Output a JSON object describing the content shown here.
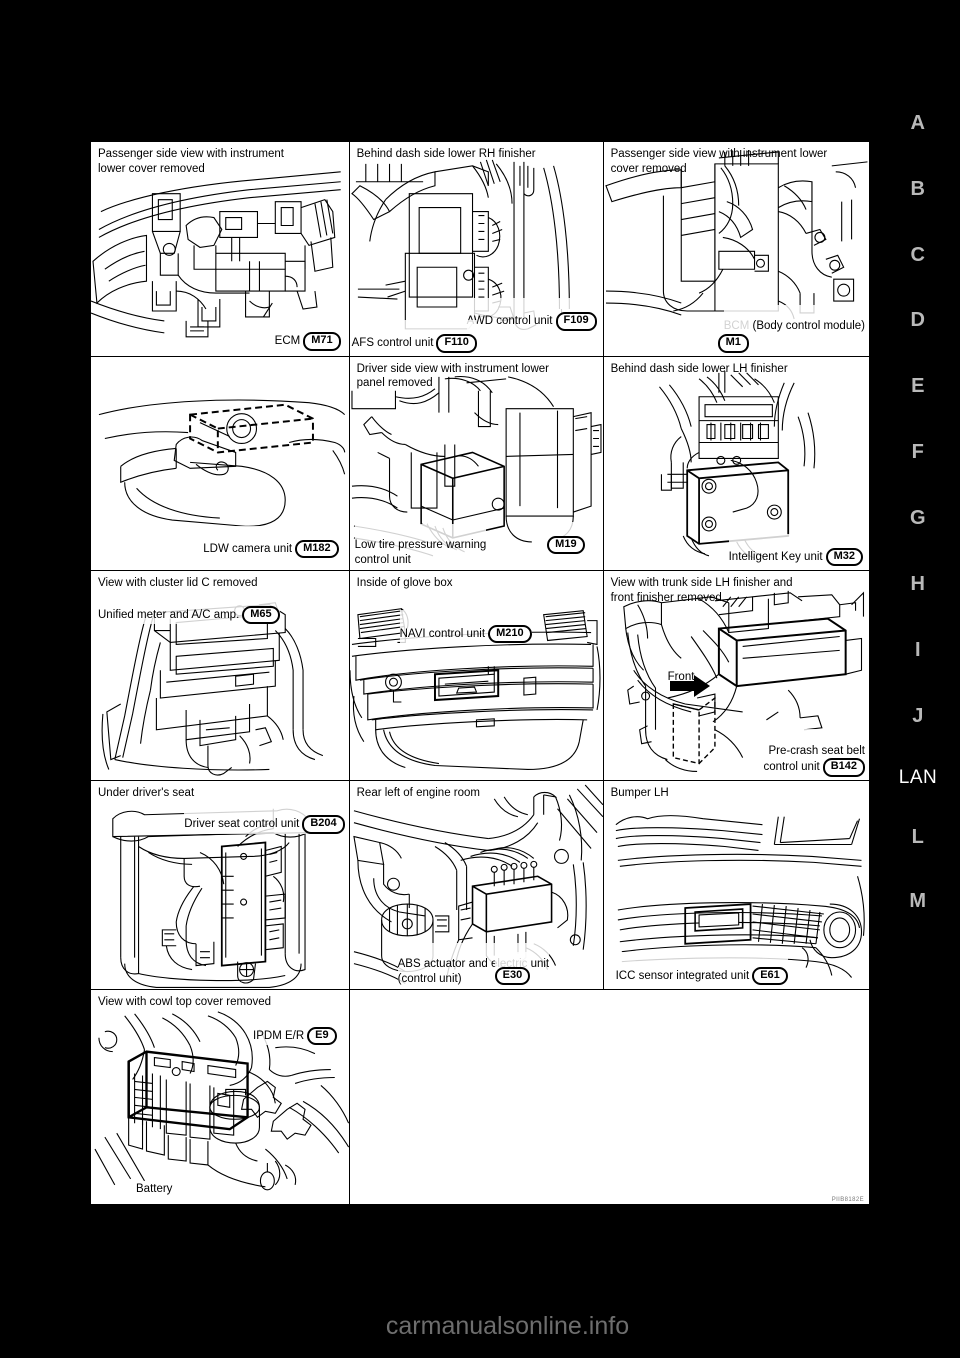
{
  "page": {
    "background_color": "#000000",
    "sheet_color": "#ffffff",
    "watermark": "carmanualsonline.info"
  },
  "tab_rail": {
    "active_color": "#ffffff",
    "inactive_color": "#b9b9b9",
    "items": [
      {
        "label": "A",
        "active": false
      },
      {
        "label": "B",
        "active": false
      },
      {
        "label": "C",
        "active": false
      },
      {
        "label": "D",
        "active": false
      },
      {
        "label": "E",
        "active": false
      },
      {
        "label": "F",
        "active": false
      },
      {
        "label": "G",
        "active": false
      },
      {
        "label": "H",
        "active": false
      },
      {
        "label": "I",
        "active": false
      },
      {
        "label": "J",
        "active": false
      },
      {
        "label": "LAN",
        "active": true
      },
      {
        "label": "L",
        "active": false
      },
      {
        "label": "M",
        "active": false
      }
    ]
  },
  "grid": {
    "columns": 3,
    "rows": 5,
    "cells": [
      {
        "id": "ecm",
        "row": 1,
        "col": 1,
        "title": "Passenger side view with instrument\nlower cover removed",
        "callouts": [
          {
            "text": "ECM",
            "connector": "M71"
          }
        ]
      },
      {
        "id": "awd-afs",
        "row": 1,
        "col": 2,
        "title": "Behind dash side lower RH finisher",
        "callouts": [
          {
            "text": "AWD control unit",
            "connector": "F109"
          },
          {
            "text": "AFS control unit",
            "connector": "F110"
          }
        ]
      },
      {
        "id": "bcm",
        "row": 1,
        "col": 3,
        "title": "Passenger side view with instrument lower\ncover removed",
        "callouts": [
          {
            "text": "BCM (Body control module)",
            "connector": "M1"
          }
        ]
      },
      {
        "id": "ldw-camera",
        "row": 2,
        "col": 1,
        "title": "",
        "callouts": [
          {
            "text": "LDW camera unit",
            "connector": "M182"
          }
        ]
      },
      {
        "id": "low-tire-pressure",
        "row": 2,
        "col": 2,
        "title": "Driver side view with instrument lower\npanel removed",
        "callouts": [
          {
            "text": "Low tire pressure warning\ncontrol unit",
            "connector": "M19"
          }
        ]
      },
      {
        "id": "intelligent-key",
        "row": 2,
        "col": 3,
        "title": "Behind dash side lower LH finisher",
        "callouts": [
          {
            "text": "Intelligent Key unit",
            "connector": "M32"
          }
        ]
      },
      {
        "id": "unified-meter",
        "row": 3,
        "col": 1,
        "title": "View with cluster lid C removed",
        "callouts": [
          {
            "text": "Unified meter and A/C amp.",
            "connector": "M65"
          }
        ]
      },
      {
        "id": "navi",
        "row": 3,
        "col": 2,
        "title": "Inside of glove box",
        "callouts": [
          {
            "text": "NAVI control unit",
            "connector": "M210"
          }
        ]
      },
      {
        "id": "pre-crash-seat-belt",
        "row": 3,
        "col": 3,
        "title": "View with trunk side LH finisher and\nfront finisher removed",
        "callouts": [
          {
            "text": "Front",
            "connector": ""
          },
          {
            "text": "Pre-crash seat belt\ncontrol unit",
            "connector": "B142"
          }
        ]
      },
      {
        "id": "driver-seat",
        "row": 4,
        "col": 1,
        "title": "Under driver's seat",
        "callouts": [
          {
            "text": "Driver seat control unit",
            "connector": "B204"
          }
        ]
      },
      {
        "id": "abs-actuator",
        "row": 4,
        "col": 2,
        "title": "Rear left of engine room",
        "callouts": [
          {
            "text": "ABS actuator and electric unit\n(control unit)",
            "connector": "E30"
          }
        ]
      },
      {
        "id": "icc-sensor",
        "row": 4,
        "col": 3,
        "title": "Bumper LH",
        "callouts": [
          {
            "text": "ICC sensor integrated unit",
            "connector": "E61"
          }
        ]
      },
      {
        "id": "ipdm-battery",
        "row": 5,
        "col": 1,
        "title": "View with cowl top cover removed",
        "callouts": [
          {
            "text": "IPDM E/R",
            "connector": "E9"
          },
          {
            "text": "Battery",
            "connector": ""
          }
        ]
      },
      {
        "id": "blank-row5",
        "row": 5,
        "col": 2,
        "title": "",
        "callouts": []
      }
    ]
  }
}
